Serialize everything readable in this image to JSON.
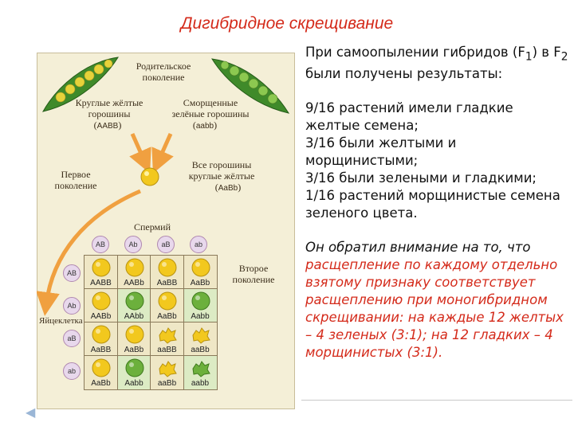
{
  "title": "Дигибридное скрещивание",
  "diagram": {
    "parents_label": "Родительское\nпоколение",
    "parent1_label": "Круглые жёлтые\nгорошины",
    "parent1_genotype": "AABB",
    "parent2_label": "Сморщенные\nзелёные горошины",
    "parent2_genotype": "aabb",
    "f1_label": "Первое\nпоколение",
    "f1_desc": "Все горошины\nкруглые жёлтые",
    "f1_genotype": "AaBb",
    "sperm_label": "Спермий",
    "egg_label": "Яйцеклетка",
    "f2_label": "Второе\nпоколение",
    "gametes": [
      "AB",
      "Ab",
      "aB",
      "ab"
    ],
    "cells": [
      [
        {
          "g": "AABB",
          "pea": "yellow-round"
        },
        {
          "g": "AABb",
          "pea": "yellow-round"
        },
        {
          "g": "AaBB",
          "pea": "yellow-round"
        },
        {
          "g": "AaBb",
          "pea": "yellow-round"
        }
      ],
      [
        {
          "g": "AABb",
          "pea": "yellow-round"
        },
        {
          "g": "AAbb",
          "pea": "green-round"
        },
        {
          "g": "AaBb",
          "pea": "yellow-round"
        },
        {
          "g": "Aabb",
          "pea": "green-round"
        }
      ],
      [
        {
          "g": "AaBB",
          "pea": "yellow-round"
        },
        {
          "g": "AaBb",
          "pea": "yellow-round"
        },
        {
          "g": "aaBB",
          "pea": "yellow-wrinkled"
        },
        {
          "g": "aaBb",
          "pea": "yellow-wrinkled"
        }
      ],
      [
        {
          "g": "AaBb",
          "pea": "yellow-round"
        },
        {
          "g": "Aabb",
          "pea": "green-round"
        },
        {
          "g": "aaBb",
          "pea": "yellow-wrinkled"
        },
        {
          "g": "aabb",
          "pea": "green-wrinkled"
        }
      ]
    ],
    "colors": {
      "yellow": "#f2c81e",
      "green": "#6cb03c",
      "arrow": "#f0a040",
      "grid_line": "#8a7a5a"
    }
  },
  "text": {
    "intro_a": "При самоопылении гибридов (F",
    "intro_sub1": "1",
    "intro_b": ") в F",
    "intro_sub2": "2",
    "intro_c": " были получены результаты:",
    "r1": "9/16 растений имели гладкие желтые семена;",
    "r2": "3/16 были желтыми и морщинистыми;",
    "r3": "3/16 были зелеными и гладкими;",
    "r4": "1/16 растений морщинистые семена зеленого цвета.",
    "c1": "Он обратил внимание на то, что ",
    "c2": "расщепление по каждому отдельно взятому признаку соответствует расщеплению при моногибридном скрещивании: на каждые 12 желтых – 4 зеленых (3:1); на 12 гладких – 4 морщинистых (3:1)."
  }
}
